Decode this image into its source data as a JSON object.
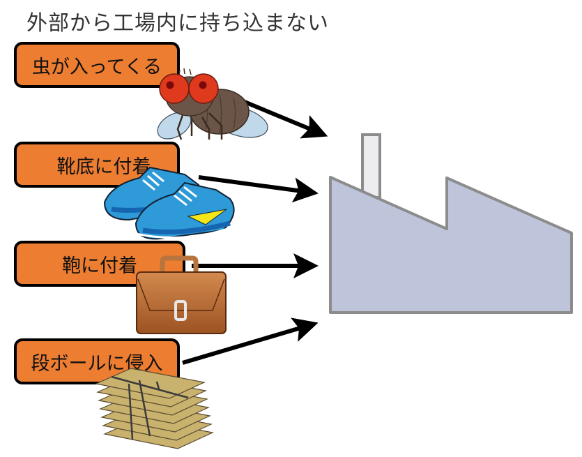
{
  "title": "外部から工場内に持ち込まない",
  "sources": [
    {
      "label": "虫が入ってくる",
      "icon": "fly-icon"
    },
    {
      "label": "靴底に付着",
      "icon": "sneakers-icon"
    },
    {
      "label": "鞄に付着",
      "icon": "briefcase-icon"
    },
    {
      "label": "段ボールに侵入",
      "icon": "cardboard-stack-icon"
    }
  ],
  "target": {
    "icon": "factory-icon"
  },
  "colors": {
    "box_fill": "#ED7D31",
    "box_border": "#000000",
    "factory_fill": "#BEC4DA",
    "factory_border": "#8C8C8C",
    "arrow": "#000000"
  }
}
